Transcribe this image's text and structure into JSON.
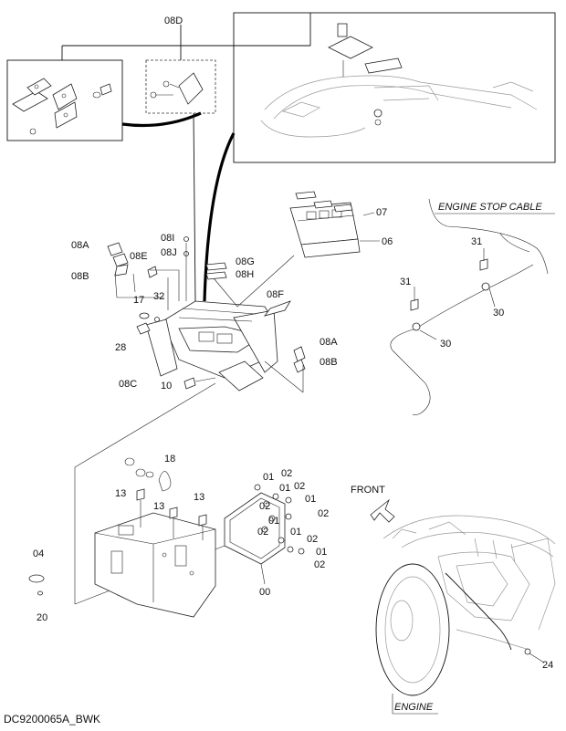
{
  "labels": {
    "l08D": "08D",
    "l07": "07",
    "l06": "06",
    "l08I": "08I",
    "l08J": "08J",
    "l08A_top": "08A",
    "l08E": "08E",
    "l08G": "08G",
    "l08H": "08H",
    "l08B_top": "08B",
    "l17": "17",
    "l32": "32",
    "l08F": "08F",
    "l28": "28",
    "l08A_right": "08A",
    "l08B_right": "08B",
    "l08C": "08C",
    "l10": "10",
    "l31_a": "31",
    "l31_b": "31",
    "l30_a": "30",
    "l30_b": "30",
    "l18": "18",
    "l13_a": "13",
    "l13_b": "13",
    "l13_c": "13",
    "l04": "04",
    "l20": "20",
    "l00": "00",
    "l24": "24",
    "k01_1": "01",
    "k02_1": "02",
    "k01_2": "01",
    "k02_2": "02",
    "k02_3": "02",
    "k01_3": "01",
    "k02_4": "02",
    "k01_4": "01",
    "k02_5": "02",
    "k01_5": "01",
    "k02_6": "02",
    "k01_6": "01",
    "k02_7": "02"
  },
  "captions": {
    "engine_stop_cable": "ENGINE STOP CABLE",
    "front": "FRONT",
    "engine": "ENGINE"
  },
  "footer": {
    "drawing_id": "DC9200065A_BWK"
  }
}
